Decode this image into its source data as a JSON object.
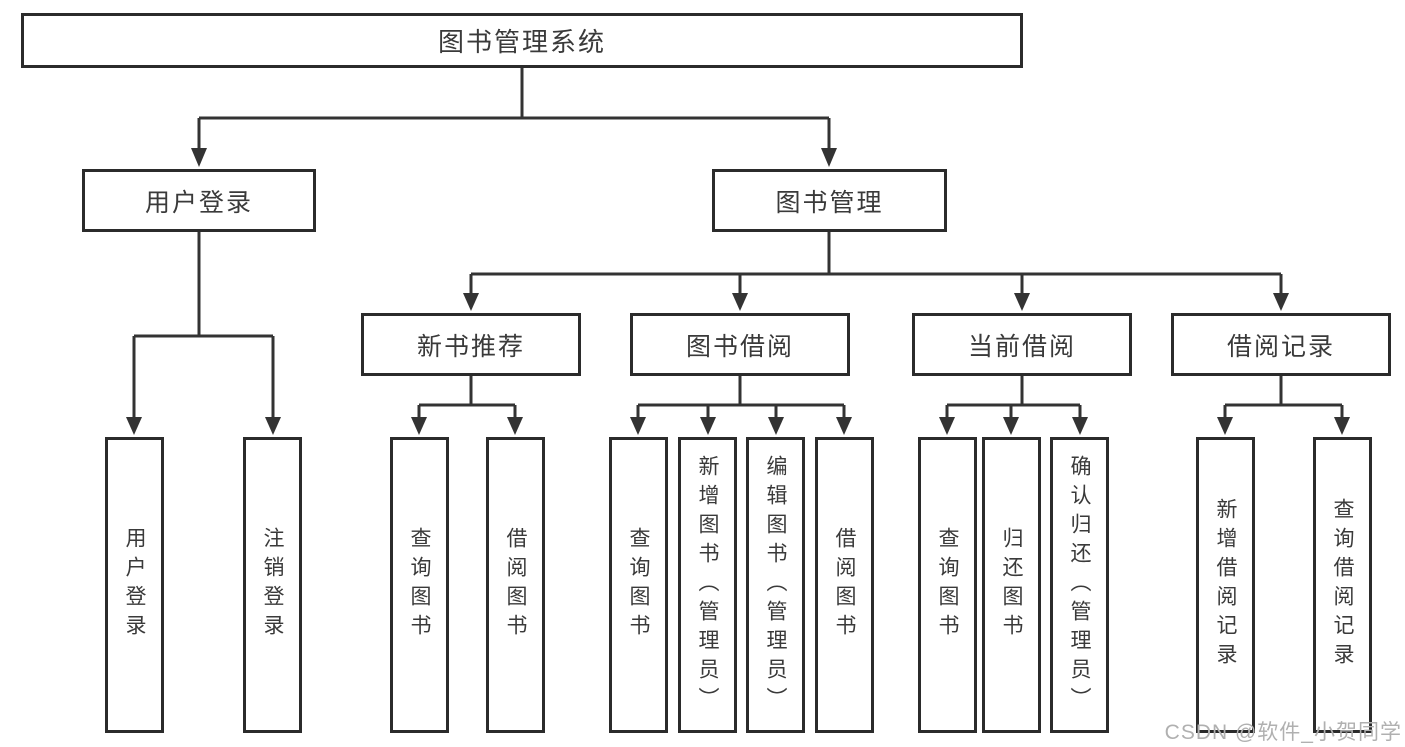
{
  "title": {
    "label": "图书管理系统"
  },
  "level1": {
    "user_login": {
      "label": "用户登录"
    },
    "book_management": {
      "label": "图书管理"
    }
  },
  "level2": {
    "new_book_recommend": {
      "label": "新书推荐"
    },
    "book_borrowing": {
      "label": "图书借阅"
    },
    "current_borrowing": {
      "label": "当前借阅"
    },
    "borrowing_records": {
      "label": "借阅记录"
    }
  },
  "leaves": {
    "user_login": {
      "label": "用户登录"
    },
    "logout": {
      "label": "注销登录"
    },
    "nb_query_books": {
      "label": "查询图书"
    },
    "nb_borrow_books": {
      "label": "借阅图书"
    },
    "bb_query_books": {
      "label": "查询图书"
    },
    "bb_add_books_admin": {
      "label": "新增图书（管理员）"
    },
    "bb_edit_books_admin": {
      "label": "编辑图书（管理员）"
    },
    "bb_borrow_books": {
      "label": "借阅图书"
    },
    "cb_query_books": {
      "label": "查询图书"
    },
    "cb_return_books": {
      "label": "归还图书"
    },
    "cb_confirm_return_admin": {
      "label": "确认归还（管理员）"
    },
    "rec_add_record": {
      "label": "新增借阅记录"
    },
    "rec_query_record": {
      "label": "查询借阅记录"
    }
  },
  "watermark": {
    "text": "CSDN @软件_小贺同学"
  },
  "colors": {
    "line": "#333333",
    "box_border": "#2b2b2b",
    "box_fill": "#ffffff",
    "text": "#3a3a3a",
    "watermark": "#b0b0b0"
  }
}
